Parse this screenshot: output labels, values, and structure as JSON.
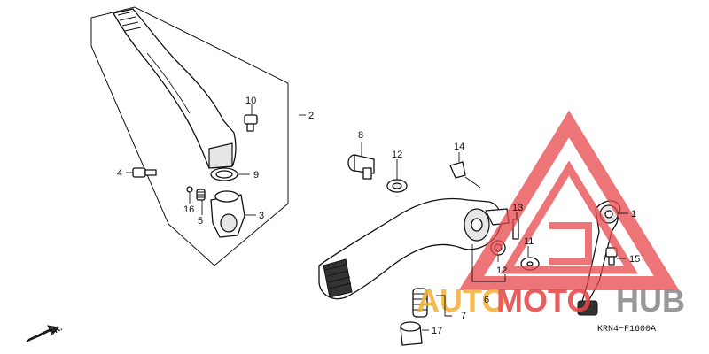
{
  "diagram": {
    "ref_code": "KRN4−F1600A",
    "direction_label": "FR.",
    "callouts": {
      "c1": "1",
      "c2": "2",
      "c3": "3",
      "c4": "4",
      "c5": "5",
      "c6": "6",
      "c7": "7",
      "c8": "8",
      "c9": "9",
      "c10": "10",
      "c11": "11",
      "c12a": "12",
      "c12b": "12",
      "c13": "13",
      "c14": "14",
      "c15": "15",
      "c16": "16",
      "c17": "17"
    }
  },
  "watermark": {
    "text_left": "AUTO",
    "text_mid": "MOTO",
    "text_right": "HUB",
    "colors": {
      "red": "#e8474a",
      "orange": "#f2b23a",
      "gray": "#8a8a8a"
    }
  }
}
